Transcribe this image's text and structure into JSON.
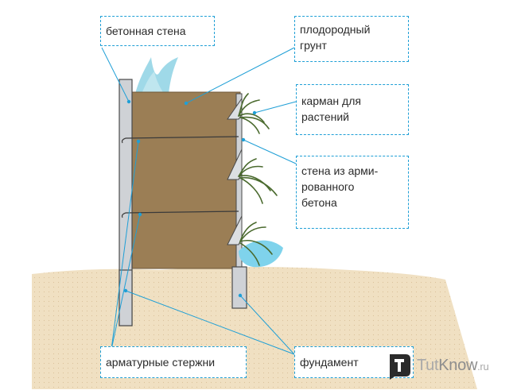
{
  "diagram": {
    "labels": {
      "concrete_wall": "бетонная стена",
      "fertile_soil": "плодородный\nгрунт",
      "plant_pocket": "карман для\nрастений",
      "reinforced_wall": "стена из арми-\nрованного\nбетона",
      "rebars": "арматурные стержни",
      "foundation": "фундамент"
    },
    "watermark": {
      "part1": "Tut",
      "part2": "Know",
      "part3": ".ru"
    },
    "colors": {
      "soil": "#9b7e55",
      "concrete": "#cfd2d6",
      "ground": "#f0e0c2",
      "leader": "#1f9fd6",
      "plant": "#6b8a4e",
      "water_accent": "#7fd3ec"
    },
    "icons": [
      "book-logo-icon"
    ]
  }
}
